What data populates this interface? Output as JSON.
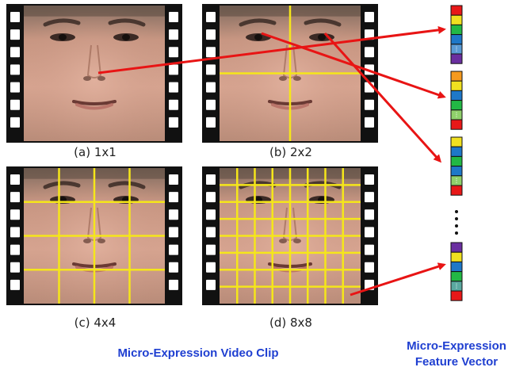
{
  "panels": [
    {
      "label": "(a) 1x1",
      "grid": 1
    },
    {
      "label": "(b) 2x2",
      "grid": 2
    },
    {
      "label": "(c) 4x4",
      "grid": 4
    },
    {
      "label": "(d) 8x8",
      "grid": 8
    }
  ],
  "clip_title": "Micro-Expression Video Clip",
  "vector_title_line1": "Micro-Expression",
  "vector_title_line2": "Feature Vector",
  "vector_segments": [
    [
      "#e81818",
      "#f0e020",
      "#22b845",
      "#1e78c8",
      "#5a9bd5",
      "#6a2fa0"
    ],
    [
      "#f59a1e",
      "#f0e020",
      "#1e78c8",
      "#22b845",
      "#8fd06a",
      "#e81818"
    ],
    [
      "#f0e020",
      "#1e78c8",
      "#22b845",
      "#1e78c8",
      "#8fd06a",
      "#e81818"
    ],
    [
      "#6a2fa0",
      "#f0e020",
      "#1e78c8",
      "#22b845",
      "#5aa8a0",
      "#e81818"
    ]
  ],
  "colors": {
    "grid_lines": "#f5e61a",
    "arrows": "#e81414",
    "title_blue": "#1f3fd1",
    "film": "#111111"
  }
}
